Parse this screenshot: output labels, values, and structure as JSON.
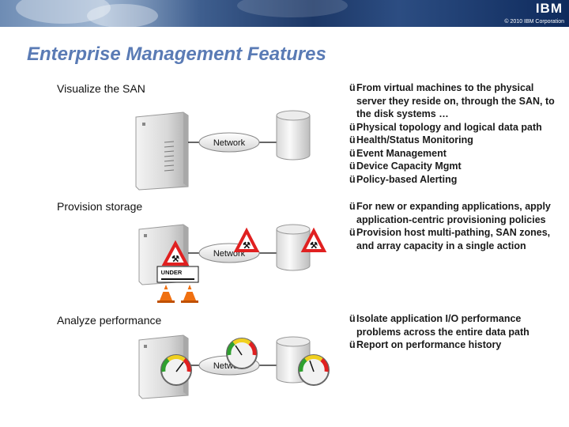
{
  "header": {
    "logo_text": "IBM",
    "copyright": "© 2010 IBM Corporation"
  },
  "title": "Enterprise Management Features",
  "sections": [
    {
      "label": "Visualize the SAN",
      "network_label": "Network",
      "bullets": [
        "From virtual machines to the physical server they reside on, through the SAN, to the disk systems …",
        "Physical topology and logical data path",
        "Health/Status Monitoring",
        "Event Management",
        "Device Capacity Mgmt",
        "Policy-based Alerting"
      ]
    },
    {
      "label": "Provision storage",
      "network_label": "Network",
      "under_sign": "UNDER",
      "bullets": [
        "For new or expanding applications, apply application-centric provisioning policies",
        "Provision host multi-pathing, SAN zones, and array capacity in a single action"
      ]
    },
    {
      "label": "Analyze performance",
      "network_label": "Network",
      "bullets": [
        "Isolate application I/O performance problems across the entire data path",
        "Report on performance history"
      ]
    }
  ],
  "check_glyph": "ü",
  "colors": {
    "title": "#5a7bb5",
    "header_dark": "#0e2a5c",
    "warning_red": "#e02020",
    "cone_orange": "#f07010"
  },
  "icons": [
    "server-icon",
    "disk-icon",
    "network-icon",
    "warning-sign-icon",
    "traffic-cone-icon",
    "gauge-icon"
  ]
}
